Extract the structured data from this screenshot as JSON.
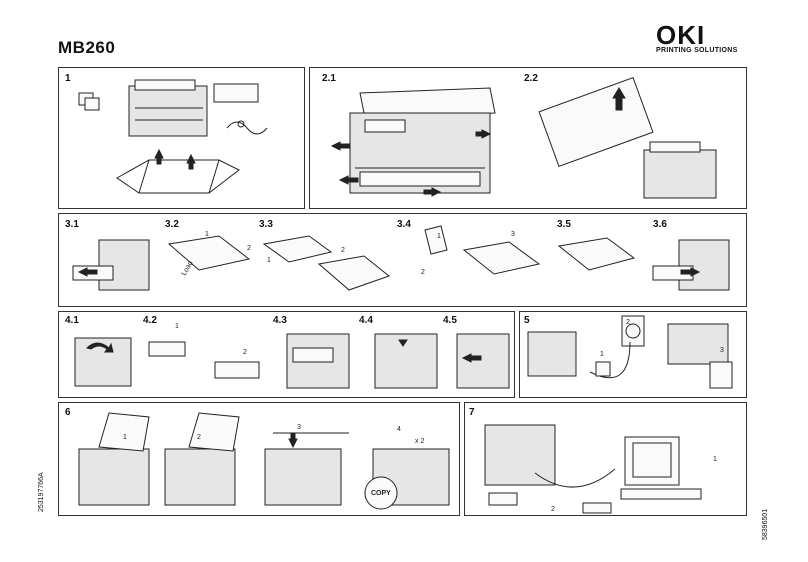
{
  "header": {
    "model": "MB260",
    "brand": "OKI",
    "brand_sub": "PRINTING SOLUTIONS"
  },
  "steps": {
    "s1": "1",
    "s2_1": "2.1",
    "s2_2": "2.2",
    "s3_1": "3.1",
    "s3_2": "3.2",
    "s3_3": "3.3",
    "s3_4": "3.4",
    "s3_5": "3.5",
    "s3_6": "3.6",
    "s4_1": "4.1",
    "s4_2": "4.2",
    "s4_3": "4.3",
    "s4_4": "4.4",
    "s4_5": "4.5",
    "s5": "5",
    "s6": "6",
    "s7": "7"
  },
  "callouts": {
    "c1": "1",
    "c2": "2",
    "c3": "3",
    "c4": "4",
    "x2": "x 2",
    "load": "Load",
    "copy": "COPY"
  },
  "codes": {
    "left": "253197766A",
    "right": "58396501"
  }
}
